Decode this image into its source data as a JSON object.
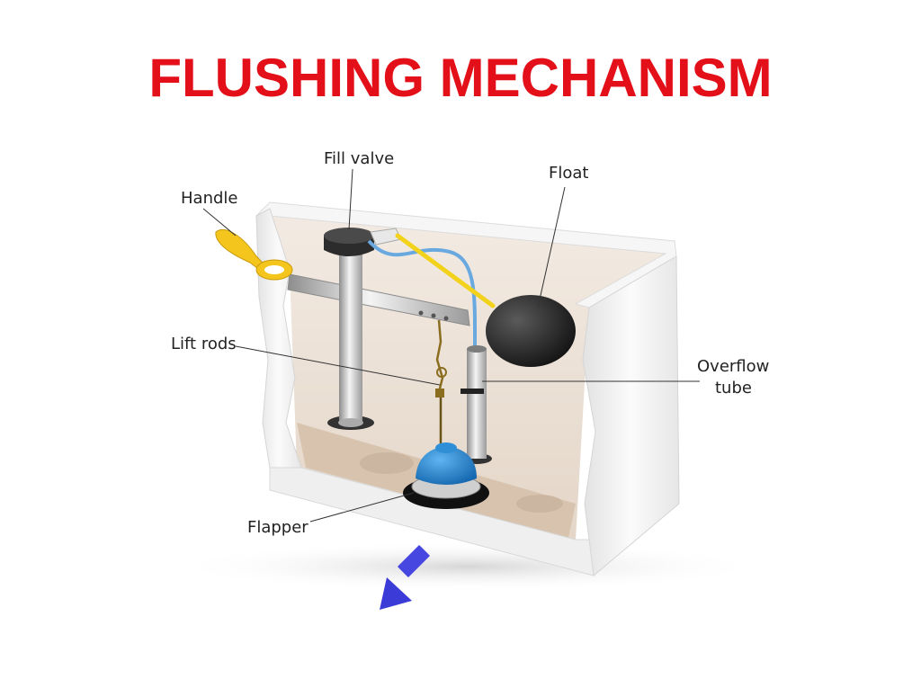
{
  "title": "FLUSHING MECHANISM",
  "labels": {
    "fill_valve": "Fill valve",
    "float": "Float",
    "handle": "Handle",
    "lift_rods": "Lift rods",
    "overflow_line1": "Overflow",
    "overflow_line2": "tube",
    "flapper": "Flapper"
  },
  "icons": {
    "drain": "arrow-down-left-icon"
  },
  "colors": {
    "title": "#e3101a",
    "tank_wall": "#f2f2f2",
    "tank_inner": "#eadfd4",
    "tank_floor": "#d9c6b2",
    "handle": "#f4c51c",
    "float": "#2b2b2b",
    "flapper": "#2e8fd6",
    "supply_tube": "#6aa9e0",
    "float_arm": "#f2d21a",
    "drain_arrow": "#3b3bd8",
    "pipe": "#c9c9c9"
  }
}
